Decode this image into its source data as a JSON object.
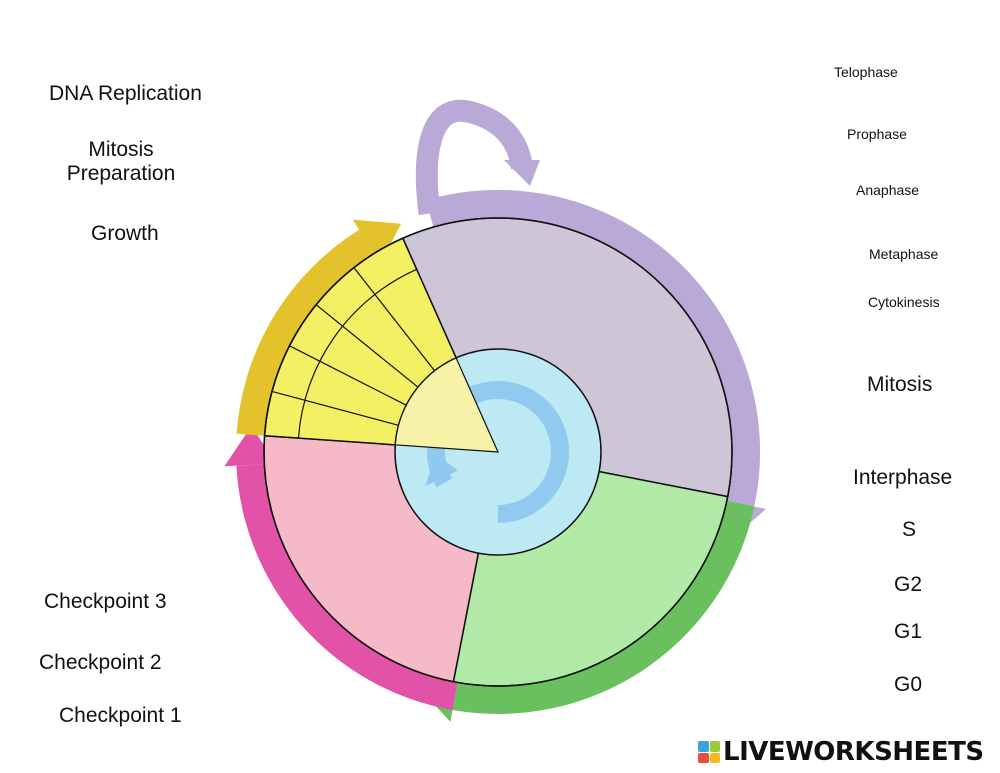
{
  "left_terms": {
    "dna_replication": "DNA Replication",
    "mitosis_preparation_line1": "Mitosis",
    "mitosis_preparation_line2": "Preparation",
    "growth": "Growth",
    "checkpoint3": "Checkpoint 3",
    "checkpoint2": "Checkpoint 2",
    "checkpoint1": "Checkpoint 1"
  },
  "right_terms": {
    "telophase": "Telophase",
    "prophase": "Prophase",
    "anaphase": "Anaphase",
    "metaphase": "Metaphase",
    "cytokinesis": "Cytokinesis",
    "mitosis": "Mitosis",
    "interphase": "Interphase",
    "s": "S",
    "g2": "G2",
    "g1": "G1",
    "g0": "G0"
  },
  "diagram_colors": {
    "purple_arrow": "#b8a9d6",
    "purple_sector": "#cdc6d6",
    "green_arrow": "#6abf5e",
    "green_sector": "#b0eaa6",
    "pink_arrow": "#e252a6",
    "pink_sector": "#f5b9c8",
    "yellow_arrow": "#e4c22c",
    "yellow_sector": "#f4f064",
    "center_circle": "#bde9f4",
    "center_arrow": "#8ec8ee"
  },
  "brand": {
    "text": "LIVEWORKSHEETS",
    "colors": [
      "#3aa3dd",
      "#9ccb3b",
      "#e94d3c",
      "#f6b924"
    ]
  }
}
